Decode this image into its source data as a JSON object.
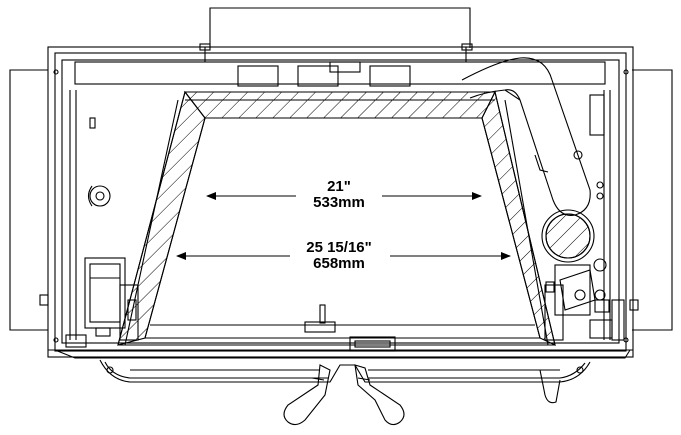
{
  "diagram": {
    "dimension_top": {
      "imperial": "21\"",
      "metric": "533mm"
    },
    "dimension_bottom": {
      "imperial": "25 15/16\"",
      "metric": "658mm"
    }
  },
  "colors": {
    "line": "#000000",
    "background": "#ffffff"
  }
}
